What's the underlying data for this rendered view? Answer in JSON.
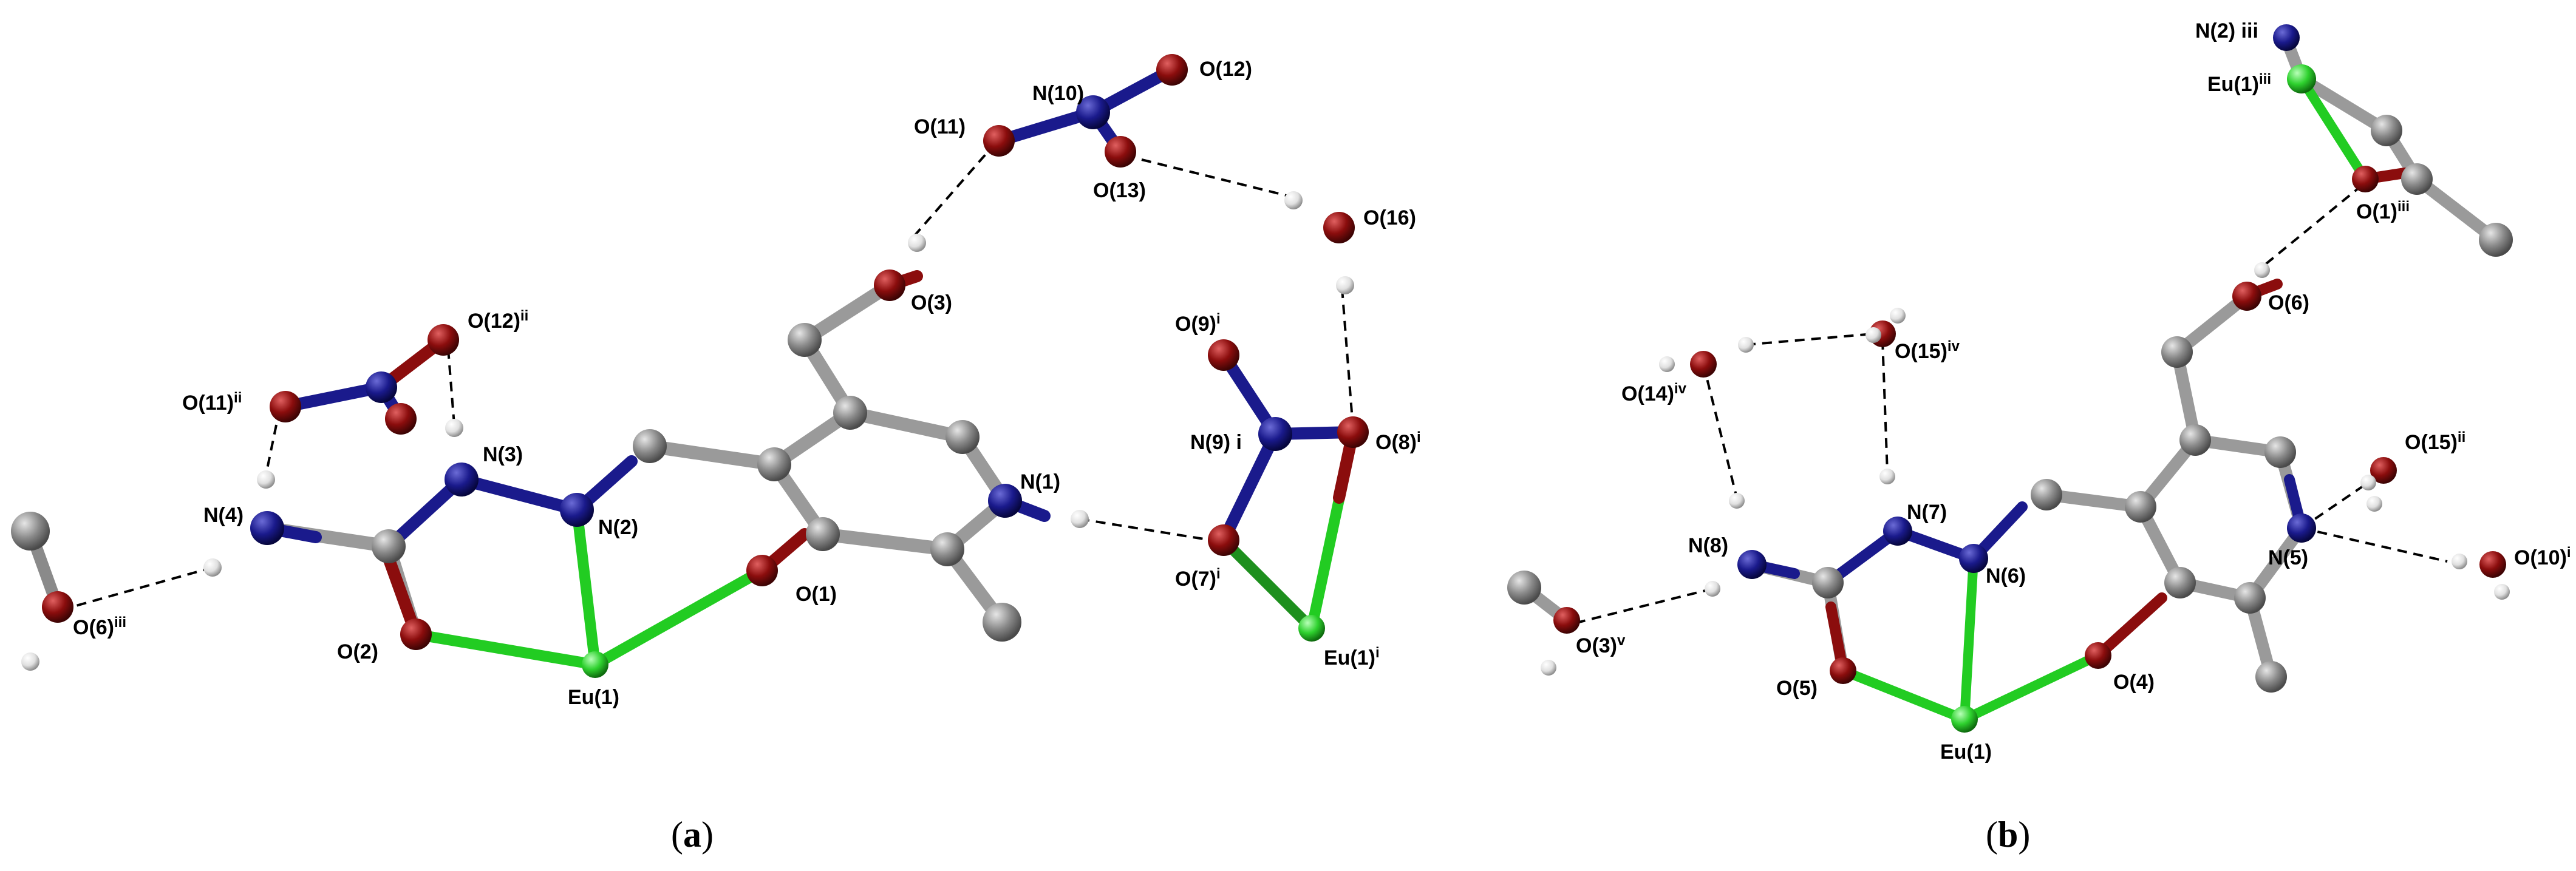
{
  "panel_a": {
    "caption_open": "(",
    "caption_letter": "a",
    "caption_close": ")",
    "labels": {
      "O11ii": {
        "main": "O(11)",
        "sup": "ii"
      },
      "O12ii": {
        "main": "O(12)",
        "sup": "ii"
      },
      "N4": {
        "main": "N(4)",
        "sup": ""
      },
      "N3": {
        "main": "N(3)",
        "sup": ""
      },
      "N2": {
        "main": "N(2)",
        "sup": ""
      },
      "O2": {
        "main": "O(2)",
        "sup": ""
      },
      "Eu1": {
        "main": "Eu(1)",
        "sup": ""
      },
      "O1": {
        "main": "O(1)",
        "sup": ""
      },
      "O6iii": {
        "main": "O(6)",
        "sup": "iii"
      },
      "O3": {
        "main": "O(3)",
        "sup": ""
      },
      "O11": {
        "main": "O(11)",
        "sup": ""
      },
      "N10": {
        "main": "N(10)",
        "sup": ""
      },
      "O12": {
        "main": "O(12)",
        "sup": ""
      },
      "O13": {
        "main": "O(13)",
        "sup": ""
      },
      "O16": {
        "main": "O(16)",
        "sup": ""
      },
      "O9i": {
        "main": "O(9)",
        "sup": "i"
      },
      "N9i": {
        "main": "N(9) i",
        "sup": ""
      },
      "O8i": {
        "main": "O(8)",
        "sup": "i"
      },
      "O7i": {
        "main": "O(7)",
        "sup": "i"
      },
      "N1": {
        "main": "N(1)",
        "sup": ""
      },
      "Eu1i": {
        "main": "Eu(1)",
        "sup": "i"
      }
    }
  },
  "panel_b": {
    "caption_open": "(",
    "caption_letter": "b",
    "caption_close": ")",
    "labels": {
      "N2iii": {
        "main": "N(2) iii",
        "sup": ""
      },
      "Eu1iii": {
        "main": "Eu(1)",
        "sup": "iii"
      },
      "O1iii": {
        "main": "O(1)",
        "sup": "iii"
      },
      "O6": {
        "main": "O(6)",
        "sup": ""
      },
      "O14iv": {
        "main": "O(14)",
        "sup": "iv"
      },
      "O15iv": {
        "main": "O(15)",
        "sup": "iv"
      },
      "N8": {
        "main": "N(8)",
        "sup": ""
      },
      "N7": {
        "main": "N(7)",
        "sup": ""
      },
      "N6": {
        "main": "N(6)",
        "sup": ""
      },
      "O3v": {
        "main": "O(3)",
        "sup": "v"
      },
      "O5": {
        "main": "O(5)",
        "sup": ""
      },
      "Eu1": {
        "main": "Eu(1)",
        "sup": ""
      },
      "O4": {
        "main": "O(4)",
        "sup": ""
      },
      "N5": {
        "main": "N(5)",
        "sup": ""
      },
      "O15ii": {
        "main": "O(15)",
        "sup": "ii"
      },
      "O10i": {
        "main": "O(10)",
        "sup": "i"
      }
    }
  },
  "colors": {
    "carbon": "#8a8a8a",
    "nitrogen": "#1a1a8c",
    "oxygen": "#8b0d0d",
    "europium": "#2ed12e",
    "hydrogen": "#e8e8e8",
    "bond_gray": "#9a9a9a",
    "coord_bond": "#22cc22",
    "hbond": "#000000"
  }
}
